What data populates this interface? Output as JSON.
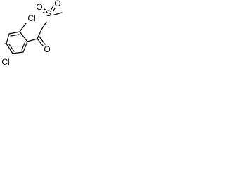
{
  "molecule": {
    "atoms": {
      "cl_ortho": "Cl",
      "cl_para": "Cl",
      "o_carbonyl": "O",
      "s_sulfonyl": "S",
      "o_sulfonyl_left": "O",
      "o_sulfonyl_right": "O"
    }
  },
  "colors": {
    "bond": "#000000",
    "label": "#000000",
    "background": "#ffffff"
  }
}
